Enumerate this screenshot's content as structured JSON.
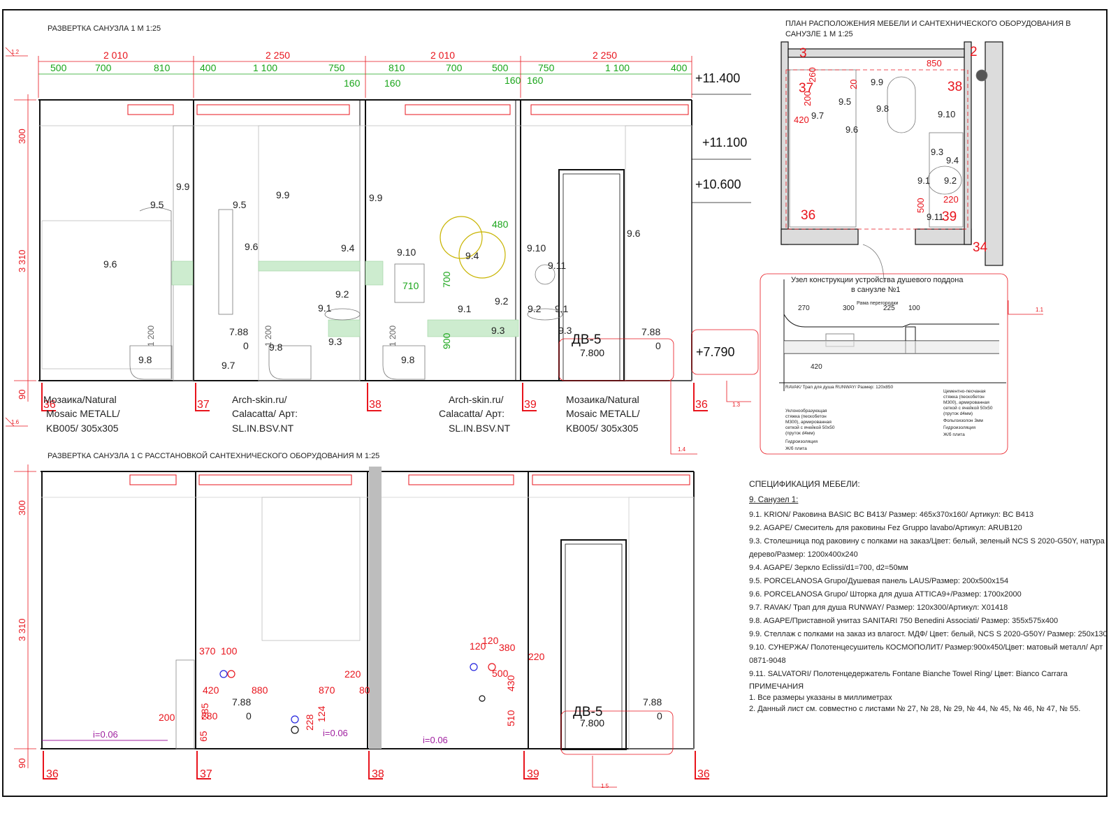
{
  "titles": {
    "elev1": "РАЗВЕРТКА САНУЗЛА 1  М 1:25",
    "elev2": "РАЗВЕРТКА САНУЗЛА 1 С РАССТАНОВКОЙ САНТЕХНИЧЕСКОГО ОБОРУДОВАНИЯ М 1:25",
    "plan_line1": "ПЛАН РАСПОЛОЖЕНИЯ МЕБЕЛИ И САНТЕХНИЧЕСКОГО ОБОРУДОВАНИЯ В",
    "plan_line2": "САНУЗЛЕ 1  М 1:25",
    "detail_line1": "Узел конструкции устройства душевого поддона",
    "detail_line2": "в санузле №1"
  },
  "dimensions": {
    "top_totals": [
      "2 010",
      "2 250",
      "2 010",
      "2 250"
    ],
    "top_segments": [
      "500",
      "700",
      "810",
      "400",
      "1 100",
      "750",
      "810",
      "700",
      "500",
      "750",
      "1 100",
      "400"
    ],
    "small": [
      "160",
      "160",
      "160",
      "160"
    ],
    "vertical": [
      "300",
      "3 310",
      "90"
    ],
    "mirror": [
      "480",
      "710",
      "700",
      "900",
      "1 200",
      "1 200"
    ]
  },
  "levels": [
    "+11.400",
    "+11.100",
    "+10.600",
    "+7.790"
  ],
  "axes": [
    "36",
    "37",
    "38",
    "39",
    "36"
  ],
  "materials": {
    "m1_line1": "Мозаика/Natural",
    "m1_line2": "Mosaic METALL/",
    "m1_line3": "KB005/ 305x305",
    "m2_line1": "Arch-skin.ru/",
    "m2_line2": "Calacatta/ Арт:",
    "m2_line3": "SL.IN.BSV.NT"
  },
  "tags": [
    "9.1",
    "9.2",
    "9.3",
    "9.4",
    "9.5",
    "9.6",
    "9.7",
    "9.8",
    "9.9",
    "9.10",
    "9.11"
  ],
  "door": {
    "name": "ДВ-5",
    "level": "7.800",
    "mark": "7.88",
    "zero": "0"
  },
  "slope": "i=0.06",
  "elev2_dims": [
    "370",
    "100",
    "420",
    "880",
    "870",
    "220",
    "80",
    "200",
    "228",
    "124",
    "120",
    "120",
    "380",
    "500",
    "430",
    "510",
    "220",
    "65",
    "285",
    "280"
  ],
  "plan": {
    "dims": [
      "850",
      "420",
      "260",
      "200",
      "220",
      "500",
      "20"
    ],
    "axes": [
      "3",
      "2",
      "37",
      "38",
      "36",
      "39",
      "34"
    ]
  },
  "detail": {
    "dims": [
      "270",
      "300",
      "225",
      "100",
      "420"
    ],
    "frame": "Рама перегородки",
    "drain": "RAVAK/ Трап для душа RUNWAY/ Размер: 120x850",
    "layers_left": [
      "Уклонообразующая",
      "стяжка (пескобетон",
      "М300), армированная",
      "сеткой с ячейкой 50х50",
      "(пруток d4мм)",
      "Гидроизоляция",
      "Ж/б плита"
    ],
    "layers_right": [
      "Цементно-песчаная",
      "стяжка (пескобетон",
      "М300), армированная",
      "сеткой с ячейкой 50х50",
      "(пруток d4мм)",
      "Фольгоизолон 3мм",
      "Гидроизоляция",
      "Ж/б плита"
    ]
  },
  "callouts": [
    "1.2",
    "1.6",
    "1.1",
    "1.3",
    "1.4",
    "1.5"
  ],
  "spec": {
    "title": "СПЕЦИФИКАЦИЯ МЕБЕЛИ:",
    "subtitle": "9. Санузел 1:",
    "items": [
      "9.1. KRION/ Раковина BASIC BC B413/ Размер: 465x370x160/ Артикул: BC B413",
      "9.2. AGAPE/ Смеситель для раковины Fez Gruppo lavabo/Артикул: ARUB120",
      "9.3. Столешница под раковину с полками на заказ/Цвет: белый, зеленый NCS S 2020-G50Y, натура",
      "дерево/Размер: 1200x400x240",
      "9.4. AGAPE/ Зеркло Eclissi/d1=700, d2=50мм",
      "9.5. PORCELANOSA Grupo/Душевая панель  LAUS/Размер: 200x500x154",
      "9.6. PORCELANOSA Grupo/ Шторка для душа ATTICA9+/Размер: 1700x2000",
      "9.7. RAVAK/ Трап для душа RUNWAY/ Размер: 120x300/Артикул: X01418",
      "9.8. AGAPE/Приставной унитаз SANITARI 750 Benedini Associati/ Размер: 355x575x400",
      "9.9. Стеллаж с полками на заказ из влагост. МДФ/ Цвет: белый, NCS S 2020-G50Y/ Размер: 250x130",
      "9.10. СУНЕРЖА/ Полотенцесушитель КОСМОПОЛИТ/ Размер:900x450/Цвет: матовый металл/ Арт",
      "0871-9048",
      "9.11. SALVATORI/ Полотенцедержатель Fontane Bianche Towel Ring/ Цвет: Bianco Carrara"
    ],
    "notes_title": "ПРИМЕЧАНИЯ",
    "notes": [
      "1. Все размеры указаны в миллиметрах",
      "2. Данный лист см. совместно с листами  № 27, № 28, № 29, № 44, № 45, № 46, № 47, № 55."
    ]
  },
  "colors": {
    "line": "#111111",
    "red": "#e8141c",
    "green": "#1aa51a",
    "mint": "#cdeccf",
    "purple": "#a020a0",
    "grey": "#9a9a9a"
  }
}
